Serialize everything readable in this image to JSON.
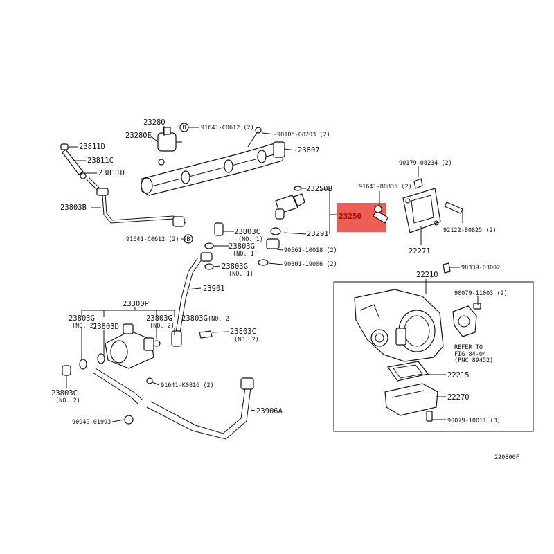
{
  "highlight_color": "#e8433a",
  "labels": {
    "p23280": "23280",
    "p23280E": "23280E",
    "p91641_c0612_top": "91641-C0612 (2)",
    "p90105": "90105-08203 (2)",
    "p23811D_a": "23811D",
    "p23811C": "23811C",
    "p23811D_b": "23811D",
    "p23807": "23807",
    "p23803B": "23803B",
    "p91641_c0612_bot": "91641-C0612 (2)",
    "p23250B": "23250B",
    "p23250": "23250",
    "p91641_80835": "91641-80835 (2)",
    "p90179": "90179-08234 (2)",
    "p92122": "92122-B0825 (2)",
    "p23291": "23291",
    "p90561": "90561-10018 (2)",
    "p90301": "90301-19006 (2)",
    "p22271": "22271",
    "p23803C_a": "23803C",
    "p23803C_a_no": "(NO. 1)",
    "p23803G_a": "23803G",
    "p23803G_a_no": "(NO. 1)",
    "p23803G_b": "23803G",
    "p23803G_b_no": "(NO. 1)",
    "p23901": "23901",
    "p90339": "90339-03002",
    "p22210": "22210",
    "p90079_11003": "90079-11003 (2)",
    "refer_line1": "REFER TO",
    "refer_line2": "FIG 84-04",
    "refer_line3": "(PNC 89452)",
    "p23300P": "23300P",
    "p23803G_c": "23803G",
    "p23803G_c_no": "(NO. 2)",
    "p23803D": "23803D",
    "p23803G_d": "23803G",
    "p23803G_d_no": "(NO. 2)",
    "p23803G_e": "23803G",
    "p23803G_e_no": "(NO. 2)",
    "p23803C_b": "23803C",
    "p23803C_b_no": "(NO. 2)",
    "p22215": "22215",
    "p22270": "22270",
    "p90079_10011": "90079-10011 (3)",
    "p91641_k0816": "91641-K0816 (2)",
    "p23803C_c": "23803C",
    "p23803C_c_no": "(NO. 2)",
    "p23906A": "23906A",
    "p90949": "90949-01993",
    "fig_code": "220800F",
    "bolt_marker": "B"
  }
}
